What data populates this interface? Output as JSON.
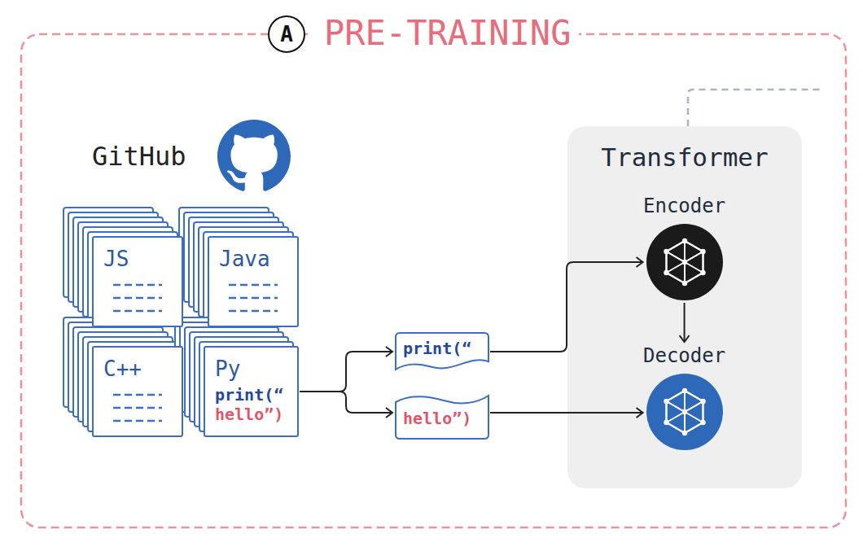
{
  "diagram": {
    "title": "PRE-TRAINING",
    "nodes": [
      {
        "text": [
          "A"
        ]
      },
      {
        "text": [
          "JS"
        ]
      },
      {
        "text": [
          "Java"
        ]
      },
      {
        "text": [
          "C++"
        ]
      },
      {
        "text": [
          "Py",
          "print(“",
          "hello”)"
        ]
      },
      {
        "text": [
          "print(“"
        ]
      },
      {
        "text": [
          "hello”)"
        ]
      },
      {
        "text": [
          "Transformer"
        ]
      },
      {
        "text": [
          "Encoder"
        ],
        "in": 7
      },
      {
        "text": [
          "Decoder"
        ],
        "in": 7
      }
    ],
    "edges": [
      {
        "from": 4,
        "to": 5,
        "arrow": "to"
      },
      {
        "from": 4,
        "to": 6,
        "arrow": "to"
      },
      {
        "from": 5,
        "to": 8,
        "arrow": "to"
      },
      {
        "from": 6,
        "to": 9,
        "arrow": "to"
      },
      {
        "from": 8,
        "to": 9,
        "arrow": "to"
      }
    ],
    "labels": [
      "GitHub"
    ]
  }
}
